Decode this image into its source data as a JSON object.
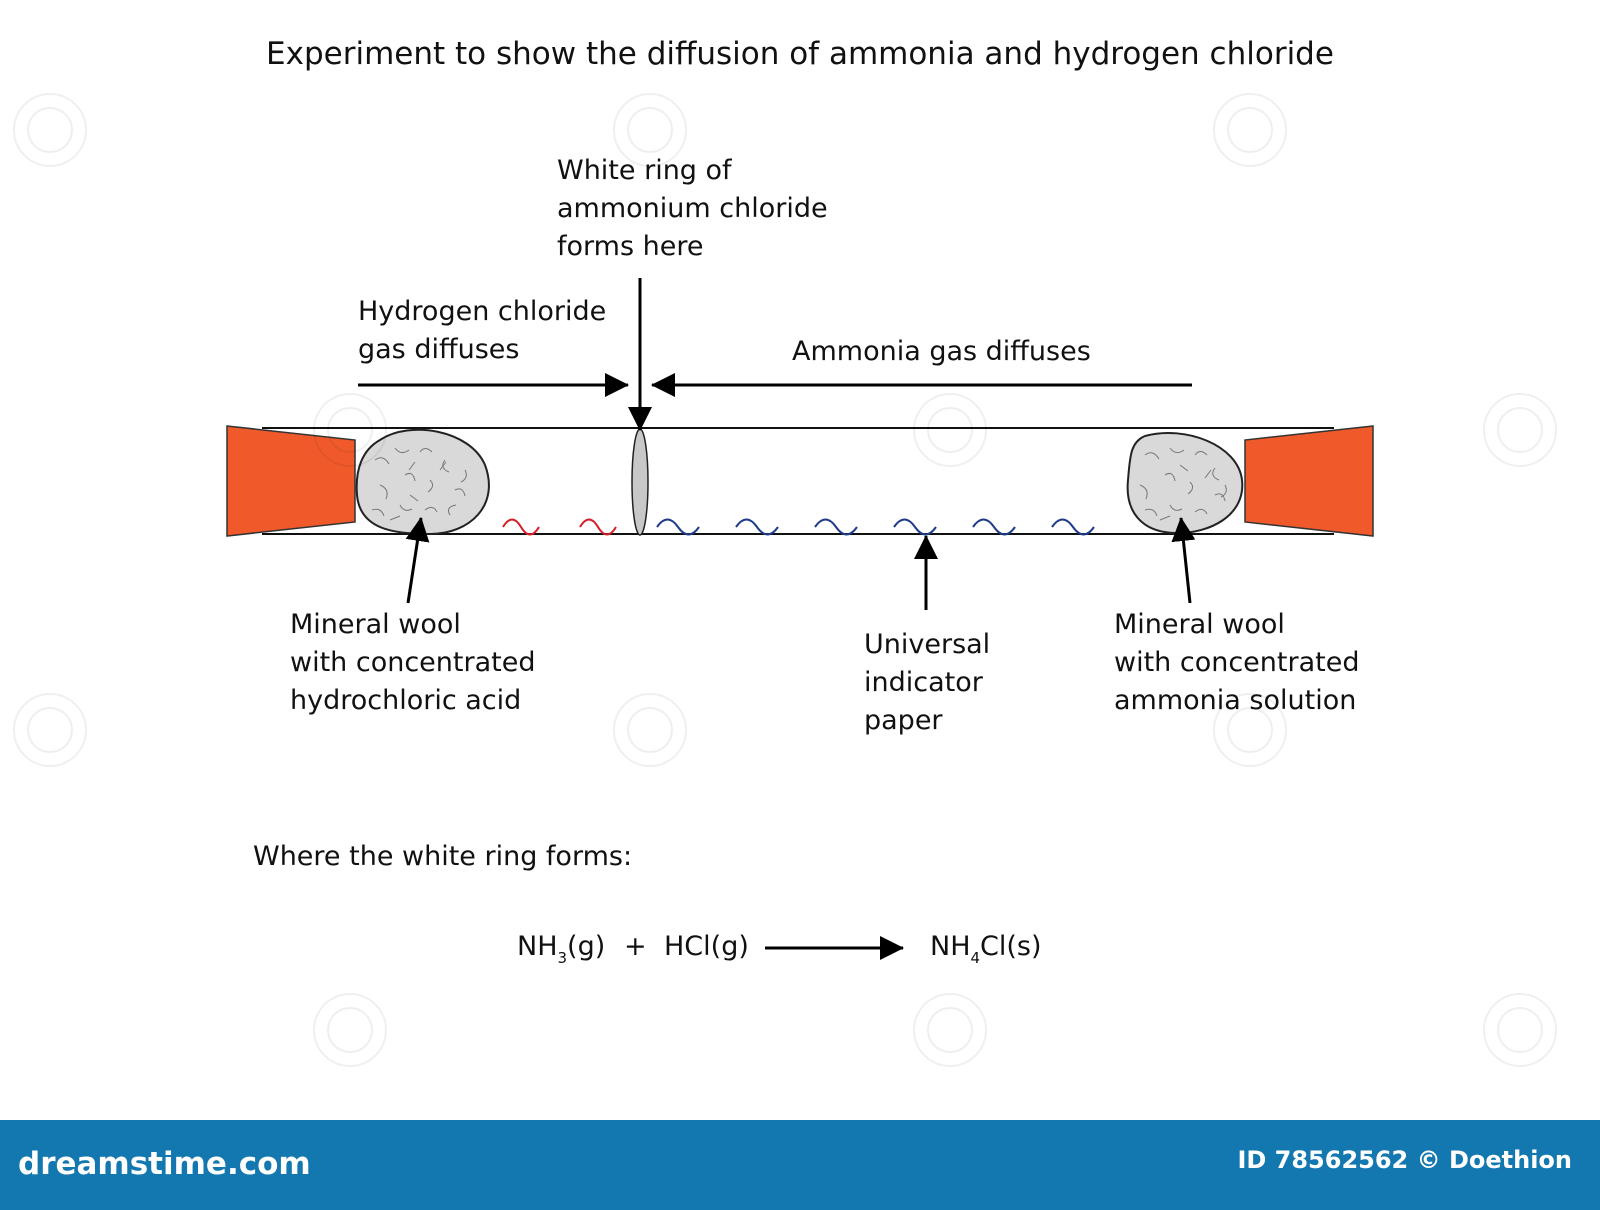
{
  "title": "Experiment to show the diffusion of ammonia and hydrogen chloride",
  "labels": {
    "white_ring": [
      "White ring of",
      "ammonium chloride",
      "forms here"
    ],
    "hcl_diffuses": [
      "Hydrogen chloride",
      "gas diffuses"
    ],
    "ammonia_diffuses": [
      "Ammonia gas diffuses"
    ],
    "wool_hcl": [
      "Mineral wool",
      "with concentrated",
      "hydrochloric acid"
    ],
    "indicator": [
      "Universal",
      "indicator",
      "paper"
    ],
    "wool_ammonia": [
      "Mineral wool",
      "with concentrated",
      "ammonia solution"
    ]
  },
  "equation": {
    "heading": "Where the white ring forms:",
    "nh3": "NH",
    "nh3_sub": "3",
    "nh3_state": "(g)",
    "plus": "+",
    "hcl": "HCl(g)",
    "nh4cl": "NH",
    "nh4cl_sub": "4",
    "nh4cl_rest": "Cl(s)"
  },
  "footer": {
    "brand": "dreamstime.com",
    "id_text": "ID 78562562 © Doethion"
  },
  "colors": {
    "stopper": "#f05a2a",
    "hcl_wave": "#d81e2a",
    "ammonia_wave": "#1f3c8c",
    "wool_fill": "#d9d9d9",
    "ring_fill": "#c8c8c8",
    "footer_bg": "#1378b0"
  },
  "icons": [
    "stopper-left-icon",
    "stopper-right-icon",
    "mineral-wool-icon",
    "white-ring-icon",
    "arrow-icon"
  ]
}
